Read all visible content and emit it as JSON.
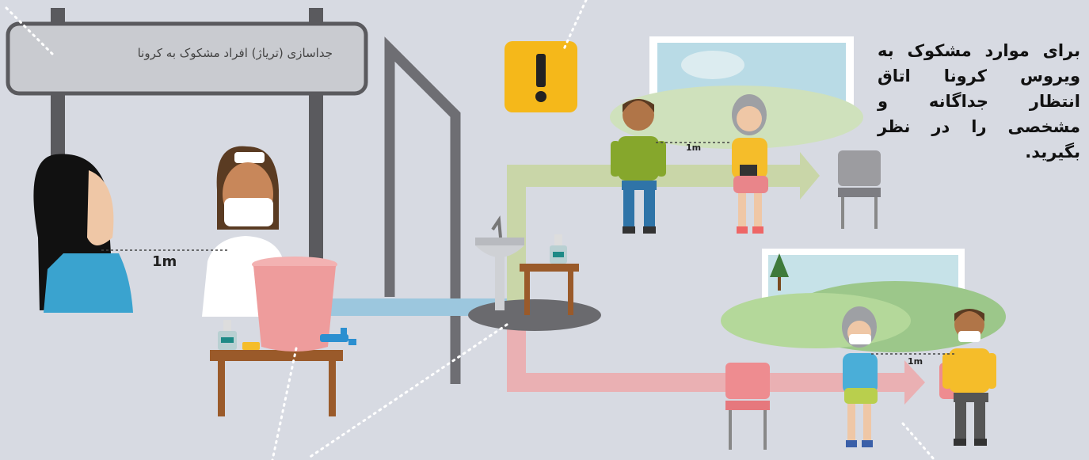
{
  "sign": {
    "text": "جداسازی (تریاژ) افراد مشکوک به کرونا"
  },
  "distance_labels": {
    "triage": "1m",
    "upper_room": "1m",
    "lower_room": "1m"
  },
  "caption": {
    "text": "برای موارد مشکوک به ویروس کرونا اتاق انتظار جداگانه و مشخصی را در نظر بگیرید."
  },
  "colors": {
    "background": "#d7dae2",
    "warning": "#f5b81a",
    "green_path": "#c9d6a8",
    "red_path": "#eab0b3",
    "blue_path": "#9cc7de",
    "bucket": "#ee9c9c",
    "table": "#9a5a2a"
  },
  "icons": [
    "warning-icon",
    "sink-icon",
    "soap-dispenser-icon",
    "bucket-icon",
    "tap-icon",
    "landscape-picture-icon",
    "chair-icon"
  ]
}
